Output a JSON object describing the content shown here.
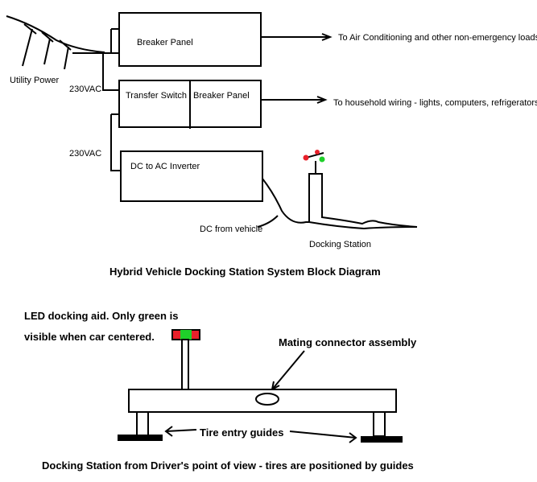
{
  "top_diagram": {
    "utility_label": "Utility Power",
    "voltage_label_1": "230VAC",
    "voltage_label_2": "230VAC",
    "breaker_panel_1": "Breaker Panel",
    "transfer_switch": "Transfer Switch",
    "breaker_panel_2": "Breaker Panel",
    "inverter": "DC to AC Inverter",
    "load_1": "To Air Conditioning and other non-emergency loads",
    "load_2": "To household wiring - lights, computers, refrigerators.",
    "dc_label": "DC from vehicle",
    "docking_label": "Docking Station",
    "title": "Hybrid Vehicle Docking Station System Block Diagram"
  },
  "bottom_diagram": {
    "led_note_line1": "LED docking aid.  Only green is",
    "led_note_line2": "visible when car centered.",
    "connector_label": "Mating connector assembly",
    "guides_label": "Tire entry guides",
    "caption": "Docking Station from Driver's point of view - tires are positioned by guides"
  },
  "colors": {
    "led_red": "#e8202a",
    "led_green": "#1fd02a",
    "ink": "#000000"
  }
}
